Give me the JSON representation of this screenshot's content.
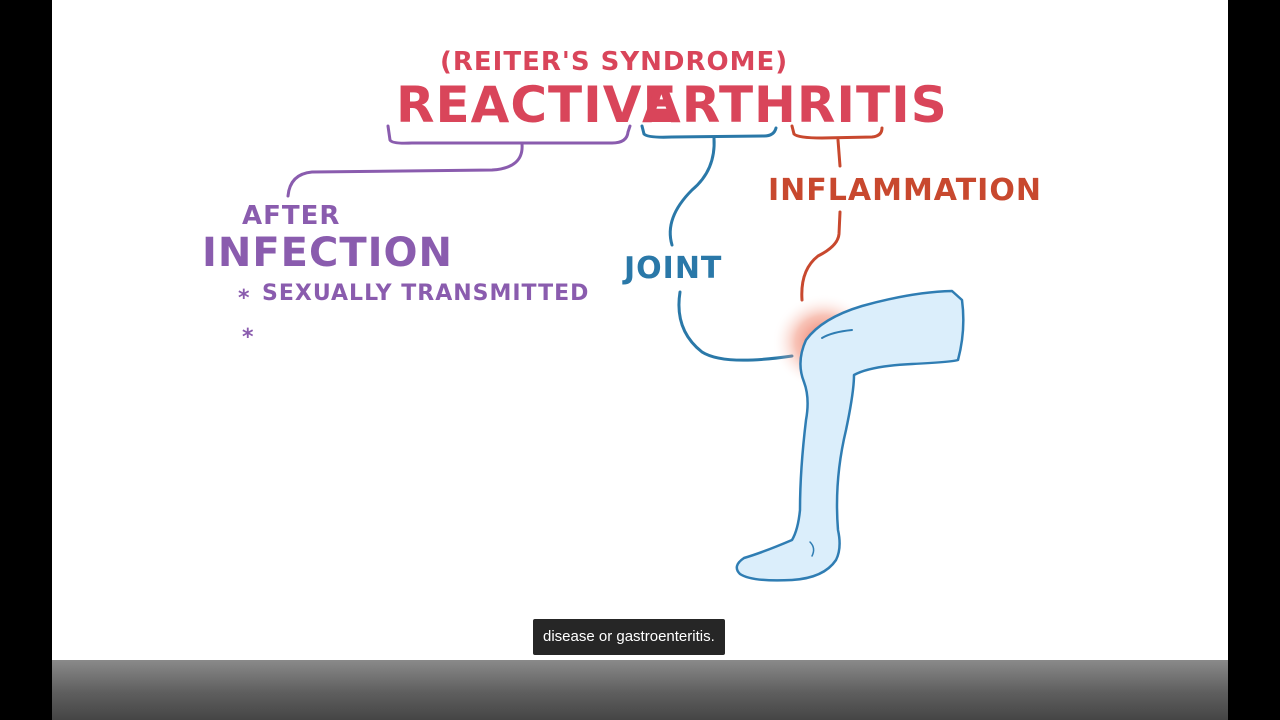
{
  "diagram": {
    "subtitle": "(REITER'S SYNDROME)",
    "title_word_1": "REACTIVE",
    "title_word_2": "ARTHRITIS",
    "after_label": "AFTER",
    "infection_label": "INFECTION",
    "bullet_1": "SEXUALLY TRANSMITTED",
    "bullet_star": "*",
    "joint_label": "JOINT",
    "inflammation_label": "INFLAMMATION"
  },
  "caption": {
    "text": "disease or gastroenteritis."
  },
  "colors": {
    "title_red": "#d9455a",
    "purple": "#8a5cae",
    "blue": "#2a78a8",
    "orange_red": "#c8482e",
    "leg_fill": "#dbeefb",
    "leg_stroke": "#2f7db3",
    "inflammation_glow": "#e8553e"
  }
}
